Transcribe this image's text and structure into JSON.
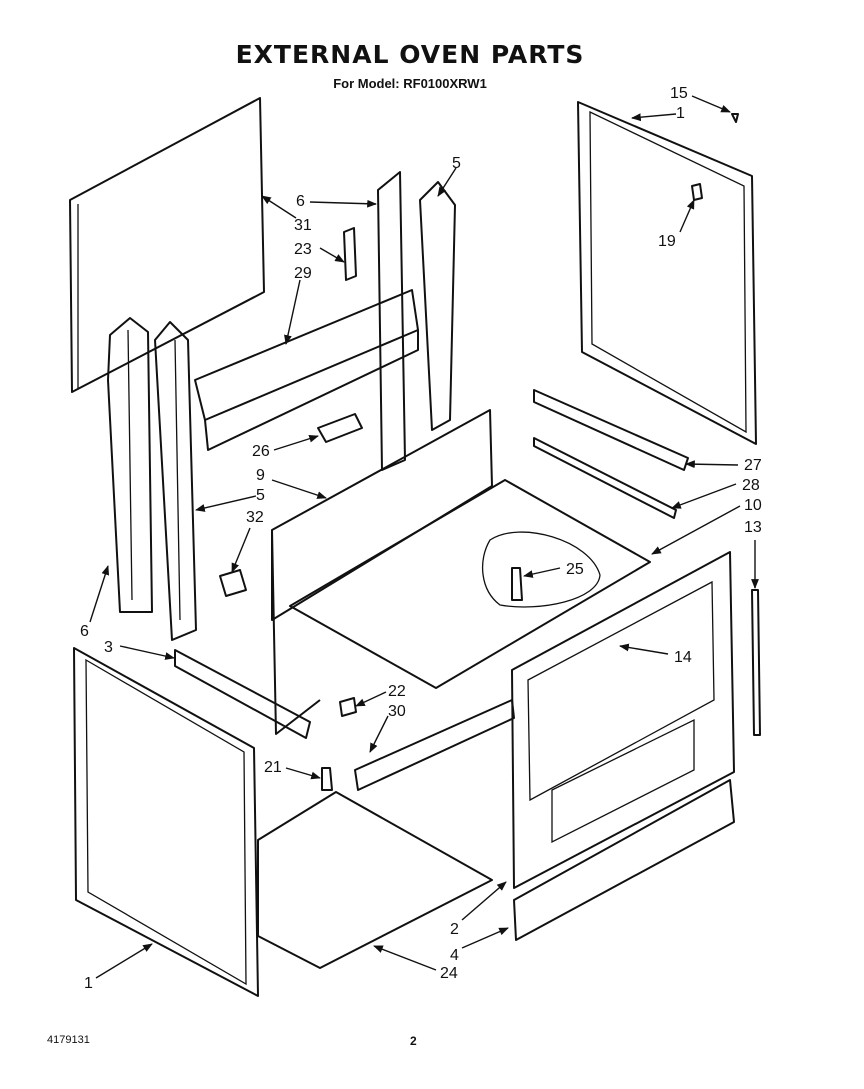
{
  "header": {
    "title": "EXTERNAL OVEN PARTS",
    "subtitle": "For Model: RF0100XRW1"
  },
  "footer": {
    "doc_number": "4179131",
    "page_number": "2"
  },
  "callouts": [
    "15",
    "1",
    "5",
    "6",
    "31",
    "23",
    "29",
    "19",
    "26",
    "9",
    "5",
    "32",
    "27",
    "28",
    "10",
    "13",
    "25",
    "6",
    "3",
    "14",
    "22",
    "30",
    "21",
    "2",
    "4",
    "1",
    "24"
  ]
}
